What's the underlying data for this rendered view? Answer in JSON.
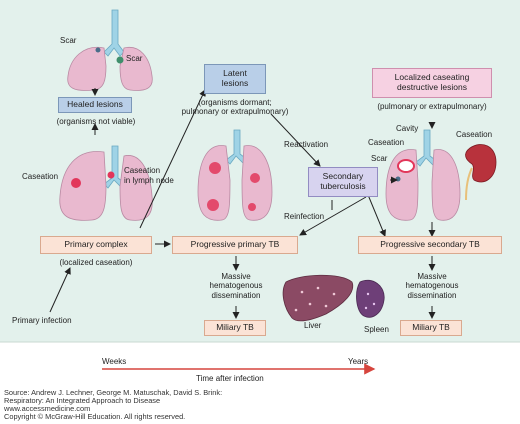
{
  "boxes": {
    "healed_lesions": "Healed lesions",
    "latent_lesions_title": "Latent",
    "latent_lesions_title2": "lesions",
    "primary_complex": "Primary complex",
    "progressive_primary": "Progressive primary TB",
    "secondary_tb_1": "Secondary",
    "secondary_tb_2": "tuberculosis",
    "progressive_secondary": "Progressive secondary TB",
    "localized_caseating_1": "Localized caseating",
    "localized_caseating_2": "destructive lesions",
    "miliary_left": "Miliary TB",
    "miliary_right": "Miliary TB"
  },
  "notes": {
    "organisms_not_viable": "(organisms not viable)",
    "organisms_dormant_1": "(organisms dormant;",
    "organisms_dormant_2": "pulmonary or extrapulmonary)",
    "localized_caseation": "(localized caseation)",
    "pulm_or_extra": "(pulmonary or extrapulmonary)",
    "reactivation": "Reactivation",
    "reinfection": "Reinfection",
    "primary_infection": "Primary infection",
    "massive_left_1": "Massive",
    "massive_left_2": "hematogenous",
    "massive_left_3": "dissemination",
    "massive_right_1": "Massive",
    "massive_right_2": "hematogenous",
    "massive_right_3": "dissemination"
  },
  "organ_labels": {
    "scar_top_left": "Scar",
    "scar_top_right": "Scar",
    "caseation_left": "Caseation",
    "caseation_lymph_1": "Caseation",
    "caseation_lymph_2": "in lymph node",
    "cavity": "Cavity",
    "caseation_right": "Caseation",
    "scar_right": "Scar",
    "caseation_kidney": "Caseation",
    "liver": "Liver",
    "spleen": "Spleen"
  },
  "timeline": {
    "start": "Weeks",
    "end": "Years",
    "label": "Time after infection",
    "arrow_color": "#d6453d"
  },
  "source": {
    "line1": "Source: Andrew J. Lechner, George M. Matuschak, David S. Brink:",
    "line2": "Respiratory: An Integrated Approach to Disease",
    "line3": "www.accessmedicine.com",
    "line4": "Copyright © McGraw-Hill Education.  All rights reserved."
  }
}
